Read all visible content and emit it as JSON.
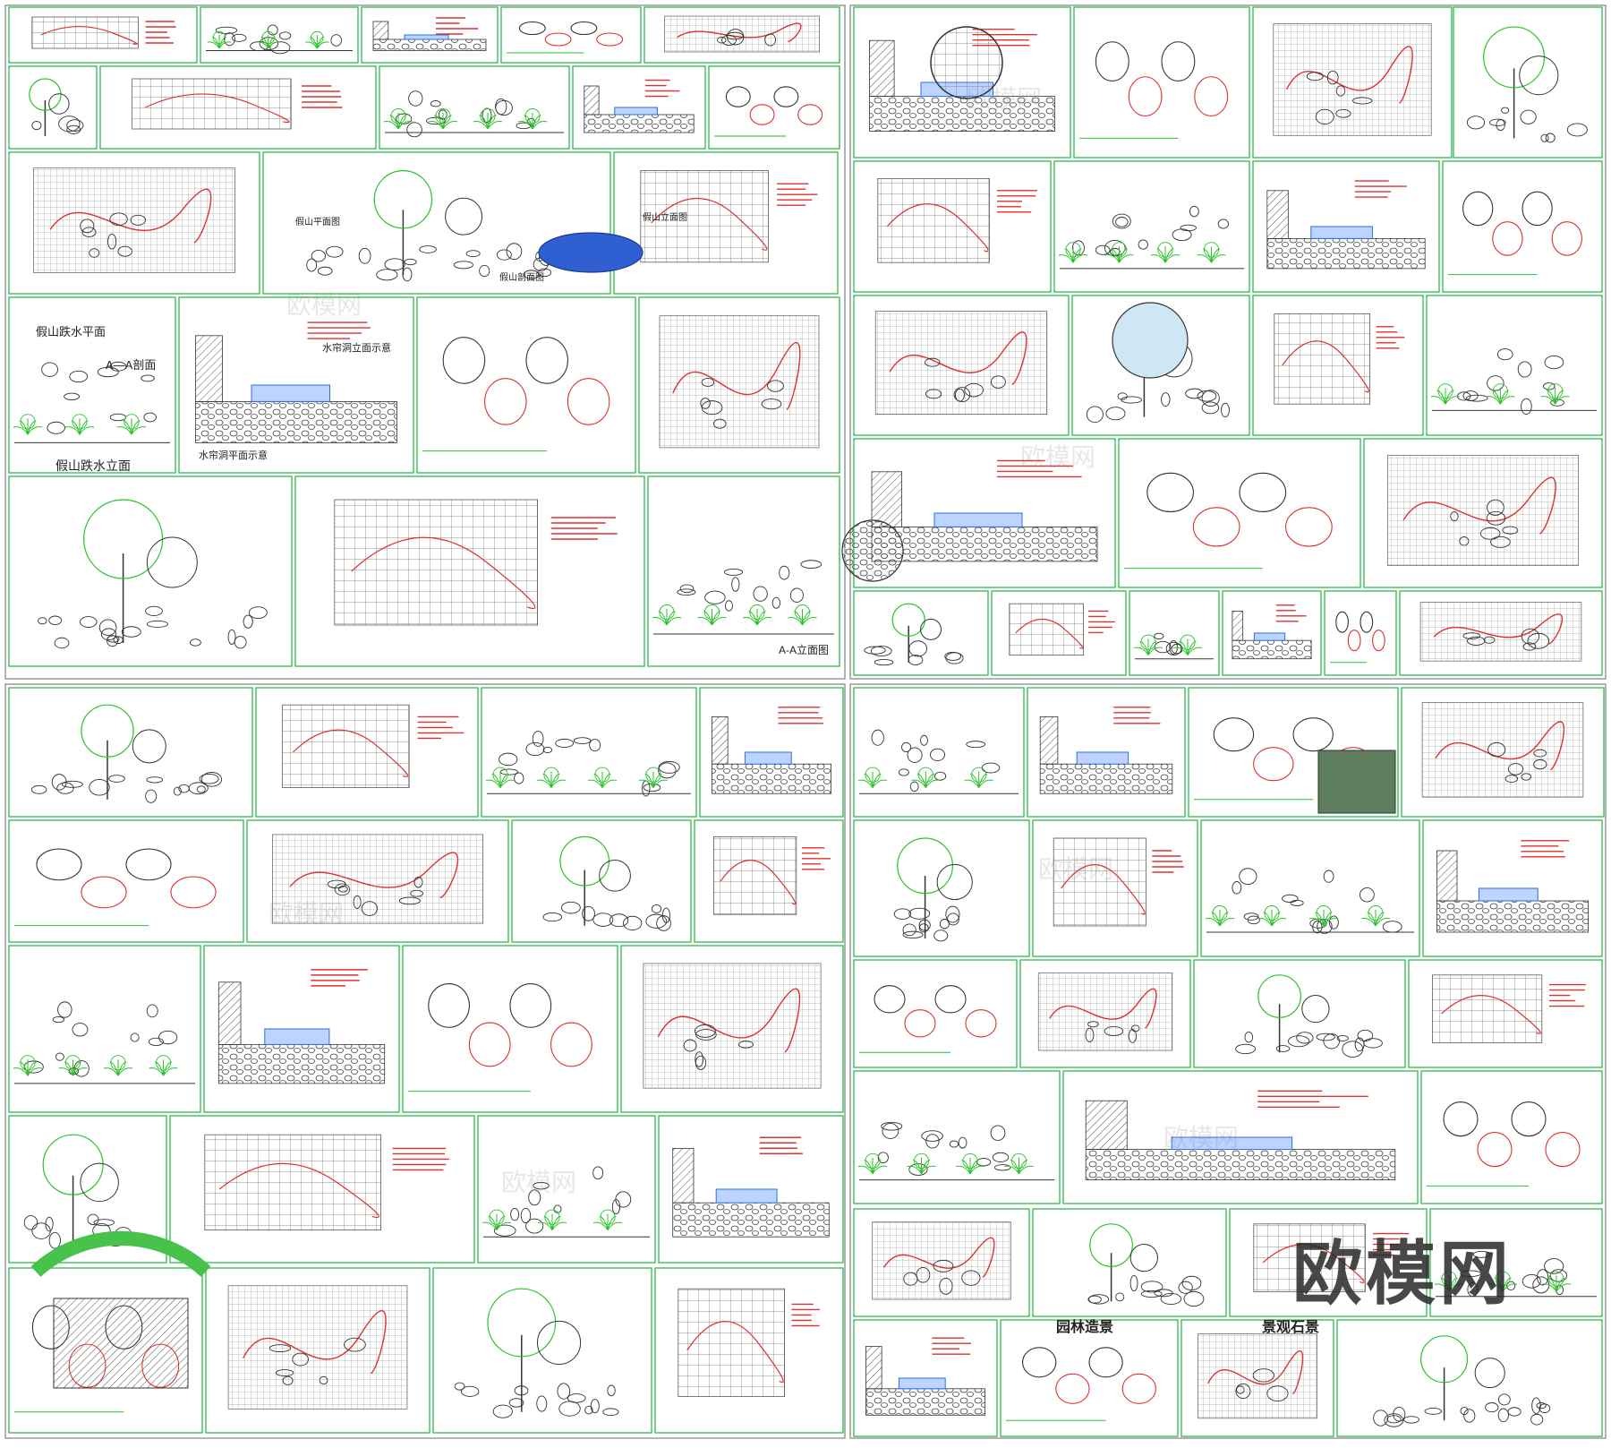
{
  "watermark": "欧模网",
  "labels": {
    "cascade_plan": "假山跌水平面",
    "section_aa": "A—A剖面",
    "cascade_elevation": "假山跌水立面",
    "water_curtain_elev": "水帘洞立面示意",
    "water_curtain_plan": "水帘洞平面示意",
    "rockery_elevation": "假山立面图",
    "rockery_section": "假山剖面图",
    "rockery_plan": "假山平面图",
    "aa_elevation": "A-A立面图",
    "ancient_garden": "园林造景",
    "landscape_stone": "景观石景"
  },
  "colors": {
    "frame": "#2fb84a",
    "divider": "#9a9a9a",
    "plant": "#29c329",
    "rock": "#333333",
    "dim_red": "#e03030",
    "water": "#2a6fe0",
    "grid": "#5a5a5a"
  }
}
